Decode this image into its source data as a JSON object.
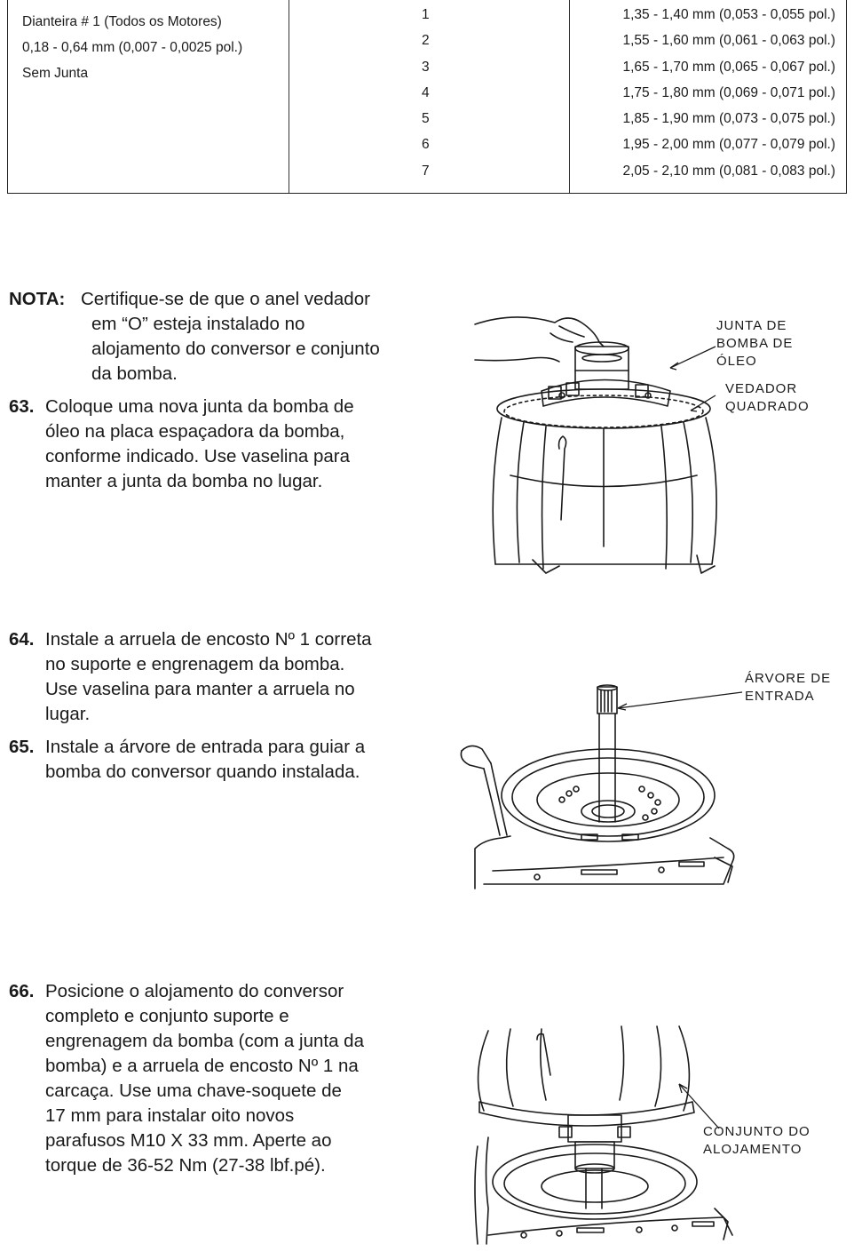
{
  "table": {
    "description_lines": [
      "Dianteira # 1 (Todos os Motores)",
      "0,18 - 0,64 mm (0,007 - 0,0025 pol.)",
      "Sem Junta"
    ],
    "washer_numbers": [
      "1",
      "2",
      "3",
      "4",
      "5",
      "6",
      "7"
    ],
    "thickness": [
      "1,35 - 1,40 mm (0,053 - 0,055 pol.)",
      "1,55 - 1,60 mm (0,061 - 0,063 pol.)",
      "1,65 - 1,70 mm (0,065 - 0,067 pol.)",
      "1,75 - 1,80 mm (0,069 - 0,071 pol.)",
      "1,85 - 1,90 mm (0,073 - 0,075 pol.)",
      "1,95 - 2,00 mm (0,077 - 0,079 pol.)",
      "2,05 - 2,10 mm (0,081 - 0,083 pol.)"
    ]
  },
  "note": {
    "label": "NOTA:",
    "lines": [
      "Certifique-se de que o anel vedador",
      "em “O” esteja instalado no",
      "alojamento do conversor e conjunto",
      "da bomba."
    ]
  },
  "steps": [
    {
      "number": "63.",
      "lines": [
        "Coloque uma nova junta da bomba de",
        "óleo na placa espaçadora da bomba,",
        "conforme indicado. Use vaselina para",
        "manter a junta da bomba no lugar."
      ]
    },
    {
      "number": "64.",
      "lines": [
        "Instale a arruela de encosto Nº 1 correta",
        "no suporte e engrenagem da bomba.",
        "Use vaselina para manter a arruela no",
        "lugar."
      ]
    },
    {
      "number": "65.",
      "lines": [
        "Instale a árvore de entrada para guiar a",
        "bomba do conversor quando instalada."
      ]
    },
    {
      "number": "66.",
      "lines": [
        "Posicione o alojamento do conversor",
        "completo e conjunto suporte e",
        "engrenagem da bomba  (com a junta da",
        "bomba) e a arruela de encosto Nº 1  na",
        "carcaça. Use uma chave-soquete de",
        "17 mm para instalar oito novos",
        "parafusos M10 X 33 mm. Aperte ao",
        "torque de 36-52 Nm (27-38 lbf.pé)."
      ]
    }
  ],
  "callouts": {
    "gasket": [
      "JUNTA DE",
      "BOMBA DE",
      "ÓLEO"
    ],
    "seal": [
      "VEDADOR",
      "QUADRADO"
    ],
    "input_shaft": [
      "ÁRVORE DE",
      "ENTRADA"
    ],
    "housing": [
      "CONJUNTO DO",
      "ALOJAMENTO"
    ]
  },
  "figures": {
    "fig1": "pump-gasket-illustration",
    "fig2": "input-shaft-illustration",
    "fig3": "housing-assembly-illustration"
  },
  "colors": {
    "ink": "#1a1a1a",
    "paper": "#ffffff"
  }
}
